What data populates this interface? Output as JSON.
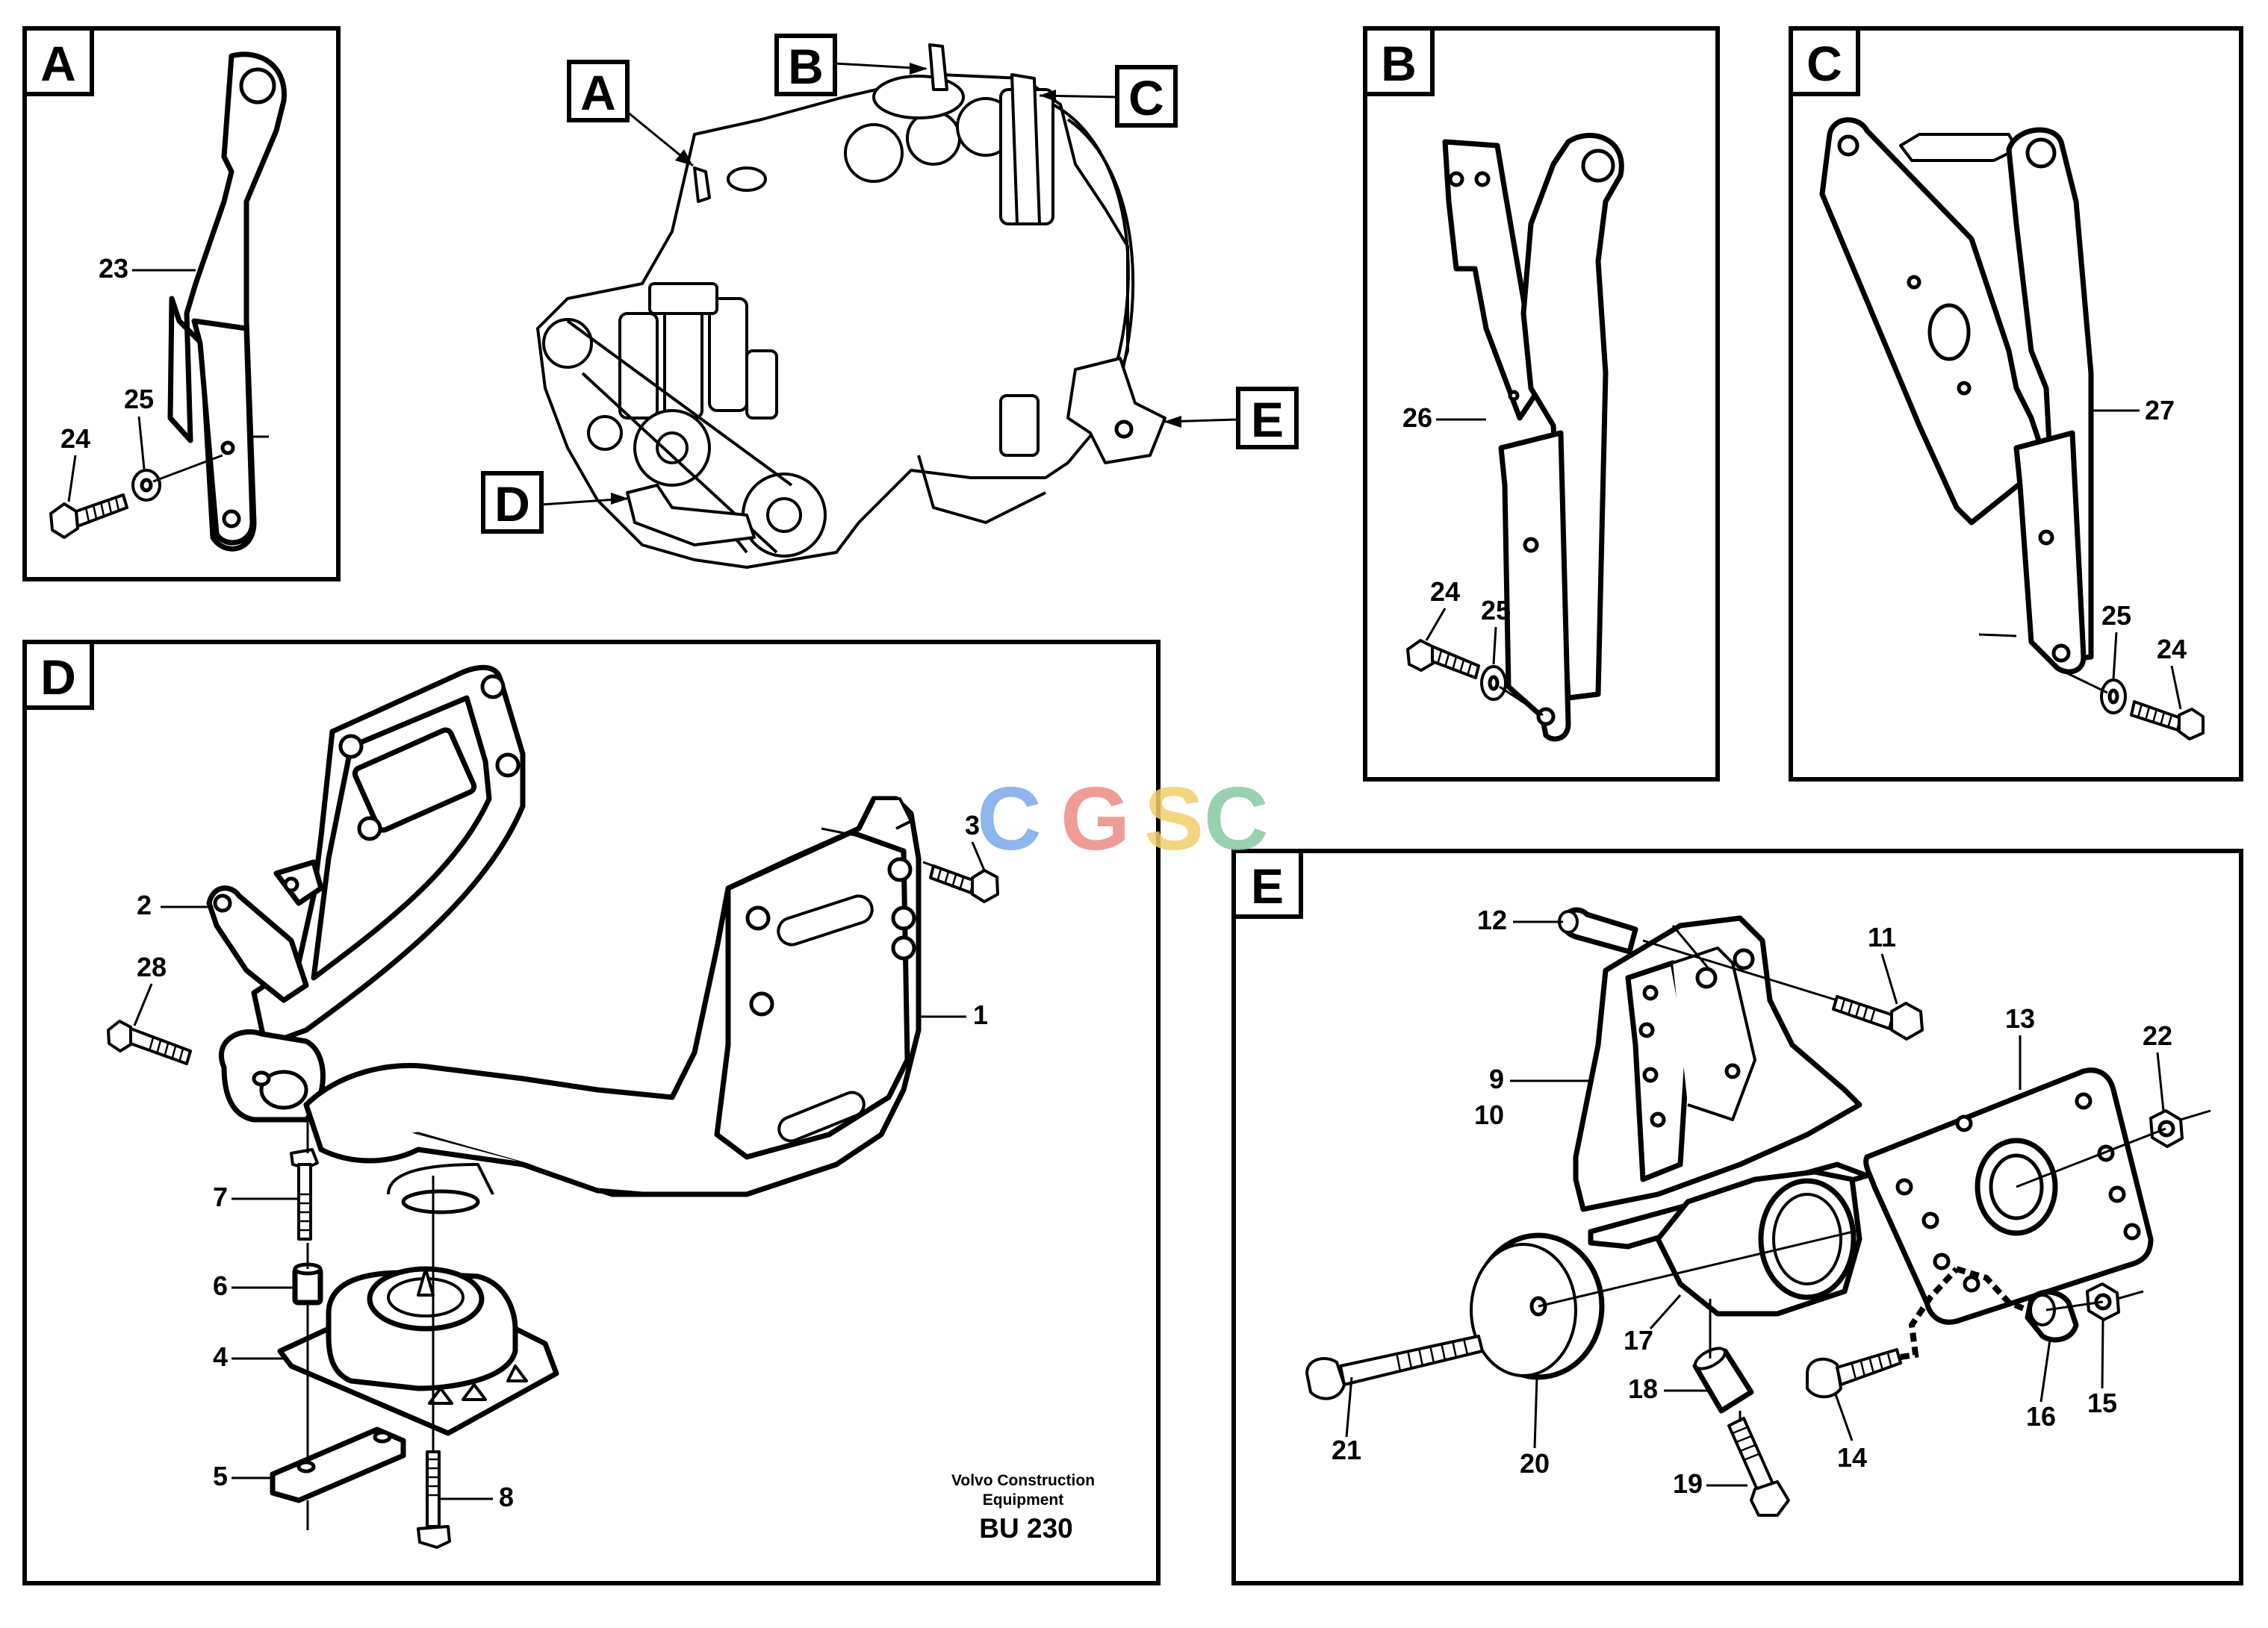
{
  "panels": {
    "A": {
      "label": "A",
      "callouts": {
        "p23": "23",
        "p24": "24",
        "p25": "25"
      }
    },
    "B": {
      "label": "B",
      "callouts": {
        "p26": "26",
        "p24": "24",
        "p25": "25"
      }
    },
    "C": {
      "label": "C",
      "callouts": {
        "p27": "27",
        "p25": "25",
        "p24": "24"
      }
    },
    "D": {
      "label": "D",
      "callouts": {
        "p1": "1",
        "p2": "2",
        "p3": "3",
        "p4": "4",
        "p5": "5",
        "p6": "6",
        "p7": "7",
        "p8": "8",
        "p28": "28"
      }
    },
    "E": {
      "label": "E",
      "callouts": {
        "p9": "9",
        "p10": "10",
        "p11": "11",
        "p12": "12",
        "p13": "13",
        "p14": "14",
        "p15": "15",
        "p16": "16",
        "p17": "17",
        "p18": "18",
        "p19": "19",
        "p20": "20",
        "p21": "21",
        "p22": "22"
      }
    }
  },
  "overview_tags": {
    "A": "A",
    "B": "B",
    "C": "C",
    "D": "D",
    "E": "E"
  },
  "credit": {
    "line1": "Volvo Construction",
    "line2": "Equipment",
    "code": "BU 230"
  },
  "watermark": {
    "letters": [
      "C",
      "G",
      "S",
      "C"
    ],
    "colors": [
      "#7aa9ec",
      "#ef8a85",
      "#f3cf6a",
      "#86c9a1"
    ]
  }
}
